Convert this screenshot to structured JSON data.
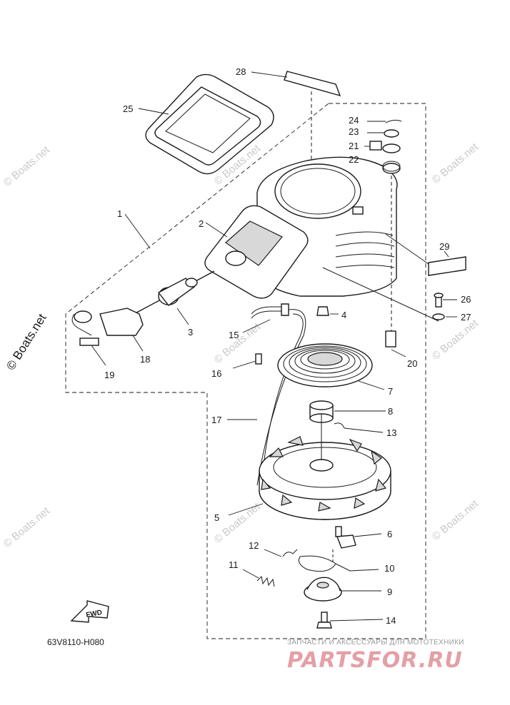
{
  "diagram": {
    "figure_code": "63V8110-H080",
    "fwd_label": "FWD",
    "callouts": [
      "1",
      "2",
      "3",
      "4",
      "5",
      "6",
      "7",
      "8",
      "9",
      "10",
      "11",
      "12",
      "13",
      "14",
      "15",
      "16",
      "17",
      "18",
      "19",
      "20",
      "21",
      "22",
      "23",
      "24",
      "25",
      "26",
      "27",
      "28",
      "29"
    ]
  },
  "watermark": {
    "text": "© Boats.net",
    "short": "Boats.net"
  },
  "footer": {
    "tagline": "ЗАПЧАСТИ И АКСЕССУАРЫ ДЛЯ МОТОТЕХНИКИ",
    "brand": "PARTSFOR.RU"
  }
}
